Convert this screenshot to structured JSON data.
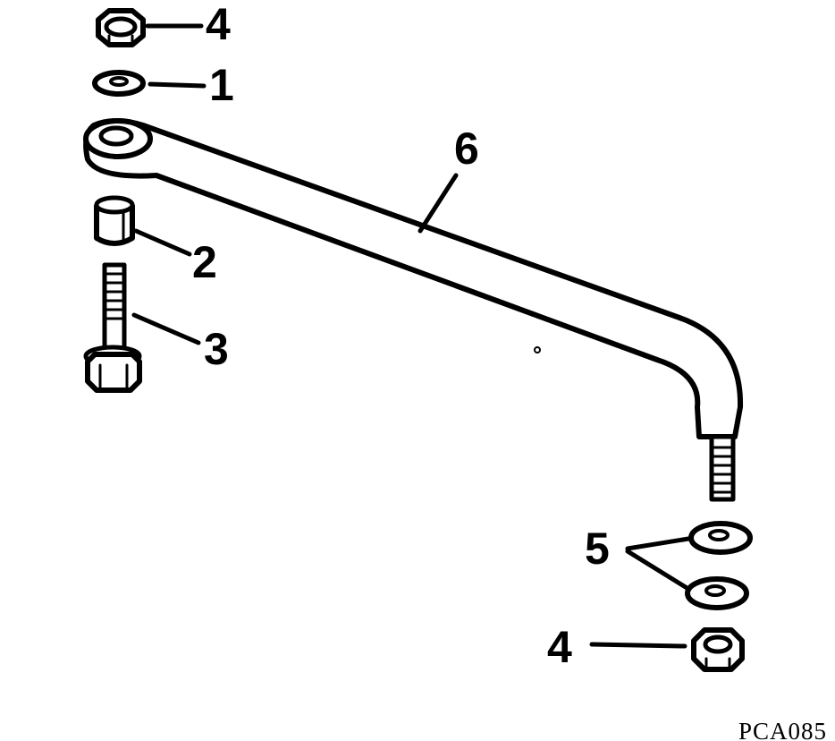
{
  "callouts": {
    "washer_top": "1",
    "spacer": "2",
    "bolt": "3",
    "nut_top": "4",
    "washers_bottom": "5",
    "nut_bottom": "4",
    "link_rod": "6"
  },
  "figure_code": "PCA085"
}
